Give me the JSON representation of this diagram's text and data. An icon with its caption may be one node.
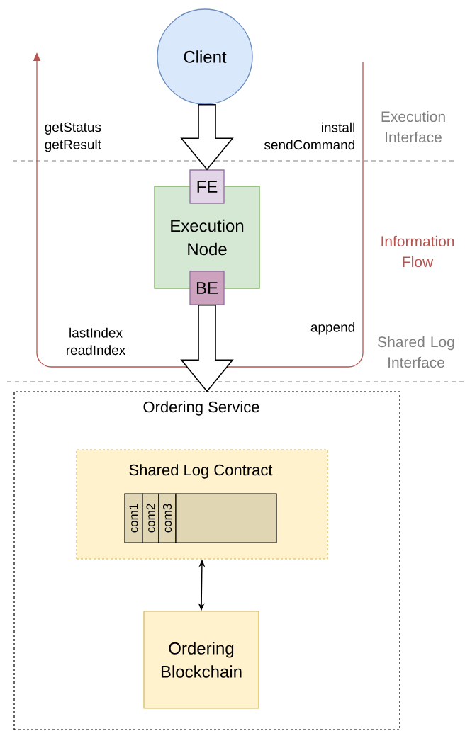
{
  "diagram": {
    "nodes": [
      {
        "text": [
          "Client"
        ]
      },
      {
        "text": [
          "Execution Node"
        ]
      },
      {
        "text": [
          "FE"
        ]
      },
      {
        "text": [
          "BE"
        ]
      },
      {
        "text": [
          "Ordering Service"
        ]
      },
      {
        "text": [
          "Shared Log Contract"
        ],
        "in": 4
      },
      {
        "text": [
          "com1"
        ],
        "in": 5
      },
      {
        "text": [
          "com2"
        ],
        "in": 5
      },
      {
        "text": [
          "com3"
        ],
        "in": 5
      },
      {
        "text": [],
        "shape": "box",
        "in": 5
      },
      {
        "text": [
          "Ordering Blockchain"
        ],
        "in": 4
      }
    ],
    "edges": [
      {
        "from": 0,
        "to": 2,
        "arrow": "to",
        "style": "thick"
      },
      {
        "from": 3,
        "to": 4,
        "arrow": "to",
        "style": "thick"
      },
      {
        "from": 5,
        "to": 10,
        "arrow": "both"
      }
    ],
    "labels": [
      "getStatus getResult",
      "install sendCommand",
      "Execution Interface",
      "Information Flow",
      "lastIndex readIndex",
      "append",
      "Shared Log Interface"
    ]
  }
}
